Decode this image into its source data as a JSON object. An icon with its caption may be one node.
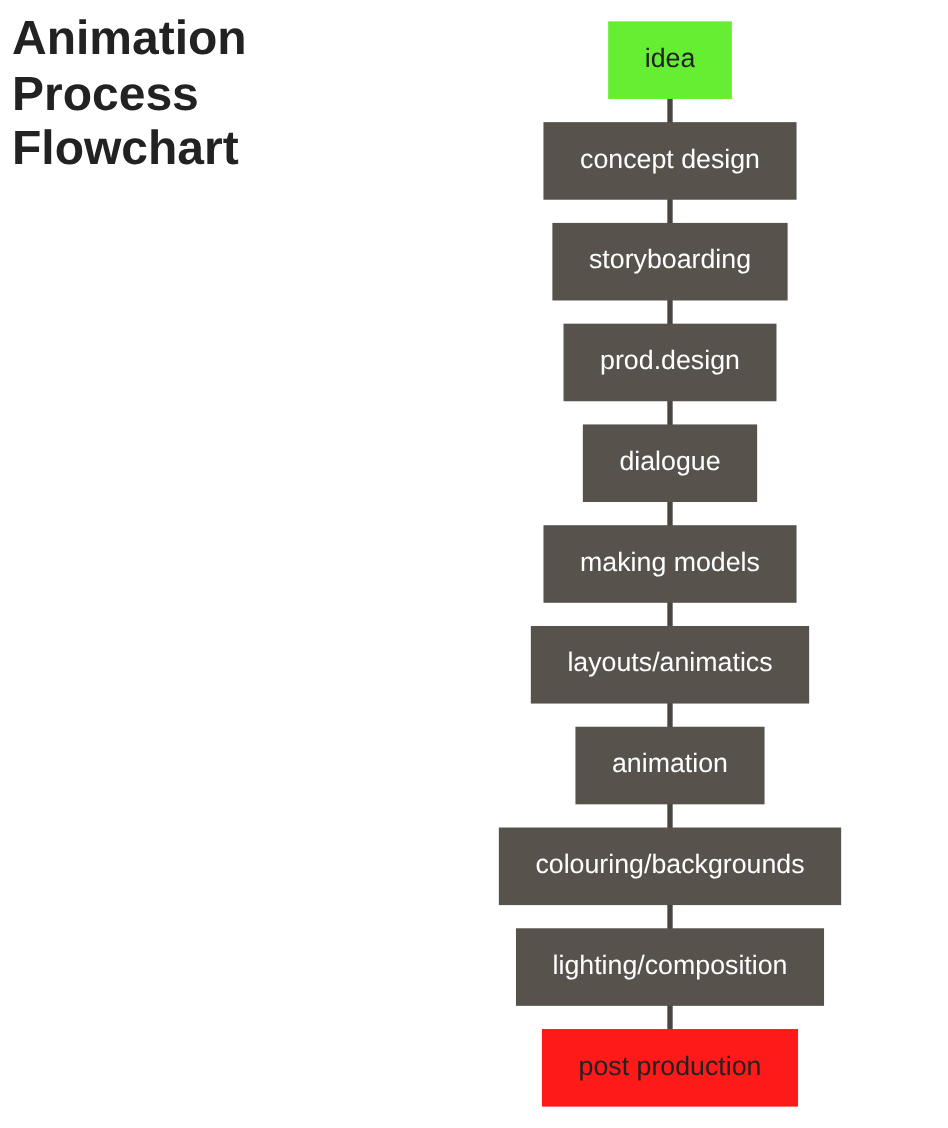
{
  "diagram": {
    "title": "Animation Process Flowchart",
    "nodes": [
      {
        "text": [
          "idea"
        ]
      },
      {
        "text": [
          "concept design"
        ]
      },
      {
        "text": [
          "storyboarding"
        ]
      },
      {
        "text": [
          "prod.design"
        ]
      },
      {
        "text": [
          "dialogue"
        ]
      },
      {
        "text": [
          "making models"
        ]
      },
      {
        "text": [
          "layouts/animatics"
        ]
      },
      {
        "text": [
          "animation"
        ]
      },
      {
        "text": [
          "colouring/backgrounds"
        ]
      },
      {
        "text": [
          "lighting/composition"
        ]
      },
      {
        "text": [
          "post production"
        ]
      }
    ],
    "edges": [
      {
        "from": 0,
        "to": 1,
        "arrow": "none"
      },
      {
        "from": 1,
        "to": 2,
        "arrow": "none"
      },
      {
        "from": 2,
        "to": 3,
        "arrow": "none"
      },
      {
        "from": 3,
        "to": 4,
        "arrow": "none"
      },
      {
        "from": 4,
        "to": 5,
        "arrow": "none"
      },
      {
        "from": 5,
        "to": 6,
        "arrow": "none"
      },
      {
        "from": 6,
        "to": 7,
        "arrow": "none"
      },
      {
        "from": 7,
        "to": 8,
        "arrow": "none"
      },
      {
        "from": 8,
        "to": 9,
        "arrow": "none"
      },
      {
        "from": 9,
        "to": 10,
        "arrow": "none"
      }
    ]
  }
}
